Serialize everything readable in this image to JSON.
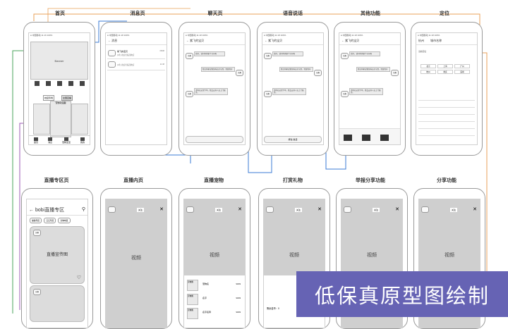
{
  "titles": {
    "home": "首页",
    "messages": "消息页",
    "chat": "聊天页",
    "voice": "语音说话",
    "other": "其他功能",
    "locate": "定位",
    "live_zone": "直播专区页",
    "live_inner": "直播内页",
    "live_pet": "直播宠物",
    "tip_gift": "打赏礼物",
    "report_share": "举报分享功能",
    "share": "分享功能"
  },
  "home": {
    "banner": "Banner",
    "tab_a": "校园专场",
    "tab_b": "全国直播",
    "card_center": "宠物动漫趣",
    "tabs": [
      "首页",
      "消息",
      "宠物宝宝",
      "我的"
    ]
  },
  "messages": {
    "title": "消息",
    "item_name": "紫飞的宝贝",
    "item_time": "08/08",
    "item_sub": "[1条] 欢迎光临宠物店",
    "item2_time": "11:38"
  },
  "chat": {
    "name": "紫飞的宝贝",
    "avatar": "头像",
    "msg1": "您好，请问你需要了什么呢",
    "msg2": "我在你家宠物领养店买东西，需要寄存",
    "msg3": "请你在这里下单，我会安排人员上门服务。"
  },
  "voice": {
    "hold_label": "按住 说话"
  },
  "locate": {
    "city_label": "杭州",
    "search": "城市名称",
    "hot": [
      "北京",
      "上海",
      "广州",
      "杭州",
      "重庆",
      "深圳"
    ],
    "current": "当前定位"
  },
  "live_zone": {
    "title": "bobi直播专区",
    "filter_a": "猫猫专区",
    "filter_b": "汪汪专区",
    "filter_c": "宠物地区",
    "host": "直播宣传图",
    "avatar": "头像",
    "follow": "关注"
  },
  "video_label": "视频",
  "live_pet": {
    "items": [
      "宠物图",
      "宠物图",
      "宠物图"
    ],
    "names": [
      "宠物名",
      "名字",
      "名字名称"
    ],
    "prices": [
      "¥169",
      "¥169",
      "¥169"
    ]
  },
  "tip": {
    "balance_label": "剩余金币：",
    "balance": "0"
  },
  "banner_text": "低保真原型图绘制"
}
